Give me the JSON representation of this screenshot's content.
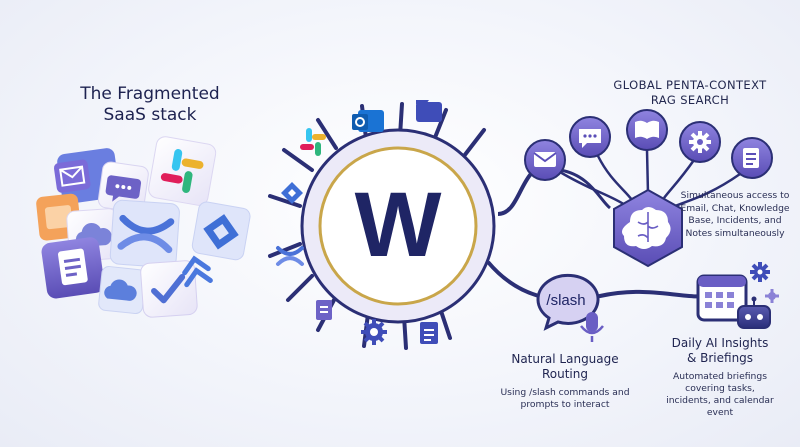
{
  "left_title": "The Fragmented\nSaaS stack",
  "center_logo_letter": "W",
  "slash_text": "/slash",
  "rag": {
    "title": "GLOBAL PENTA-CONTEXT\nRAG SEARCH",
    "description": "Simultaneous access to Email, Chat, Knowledge Base, Incidents, and Notes simultaneously"
  },
  "natural_language": {
    "title": "Natural Language\nRouting",
    "description": "Using /slash commands and prompts to interact"
  },
  "insights": {
    "title": "Daily AI Insights\n& Briefings",
    "description": "Automated briefings covering tasks, incidents, and calendar event"
  },
  "colors": {
    "navy": "#1f2565",
    "purple": "#5b4fb8",
    "lavender": "#c9c3ee",
    "gold": "#c9a64a"
  }
}
